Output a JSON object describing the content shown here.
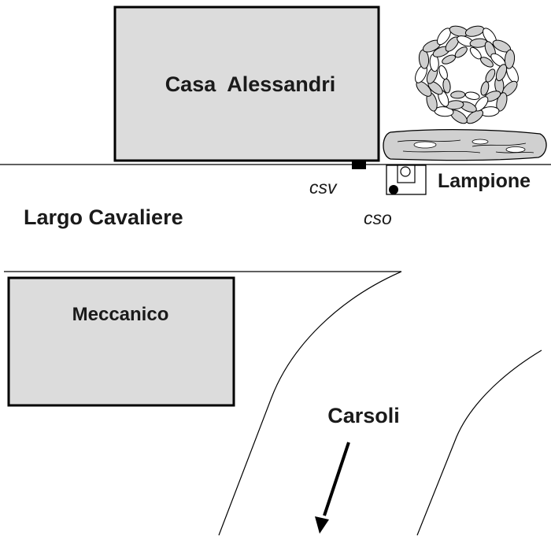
{
  "buildings": {
    "casa": "Casa  Alessandri",
    "meccanico": "Meccanico"
  },
  "streets": {
    "largo": "Largo Cavaliere"
  },
  "features": {
    "lampione": "Lampione",
    "csv": "csv",
    "cso": "cso",
    "tree_icon": "tree-icon",
    "hedge_icon": "hedge-icon"
  },
  "direction": {
    "label": "Carsoli",
    "arrow_icon": "arrow-down-left-icon"
  },
  "colors": {
    "building_fill": "#dcdcdc",
    "outline": "#000000",
    "foliage": "#cfcfcf"
  }
}
